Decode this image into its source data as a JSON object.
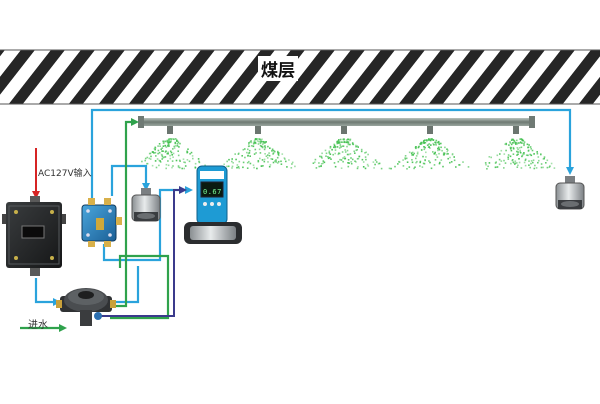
{
  "labels": {
    "coal_seam": "煤层",
    "ac_input": "AC127V输入",
    "water_input": "进水",
    "display_reading": "0.67"
  },
  "colors": {
    "seam_stripe": "#222222",
    "pipe_main": "#7e8d85",
    "signal_line": "#2aa3dc",
    "water_line": "#2fa24c",
    "control_line": "#3b3a8c",
    "power_line": "#d62424",
    "spray": "#3fbf4c",
    "sensor_body": "#1e9bd4"
  },
  "icons": [
    "power-supply-box-icon",
    "junction-box-icon",
    "solenoid-valve-icon",
    "dust-sensor-icon",
    "smoke-sensor-icon",
    "spray-nozzle-icon"
  ]
}
